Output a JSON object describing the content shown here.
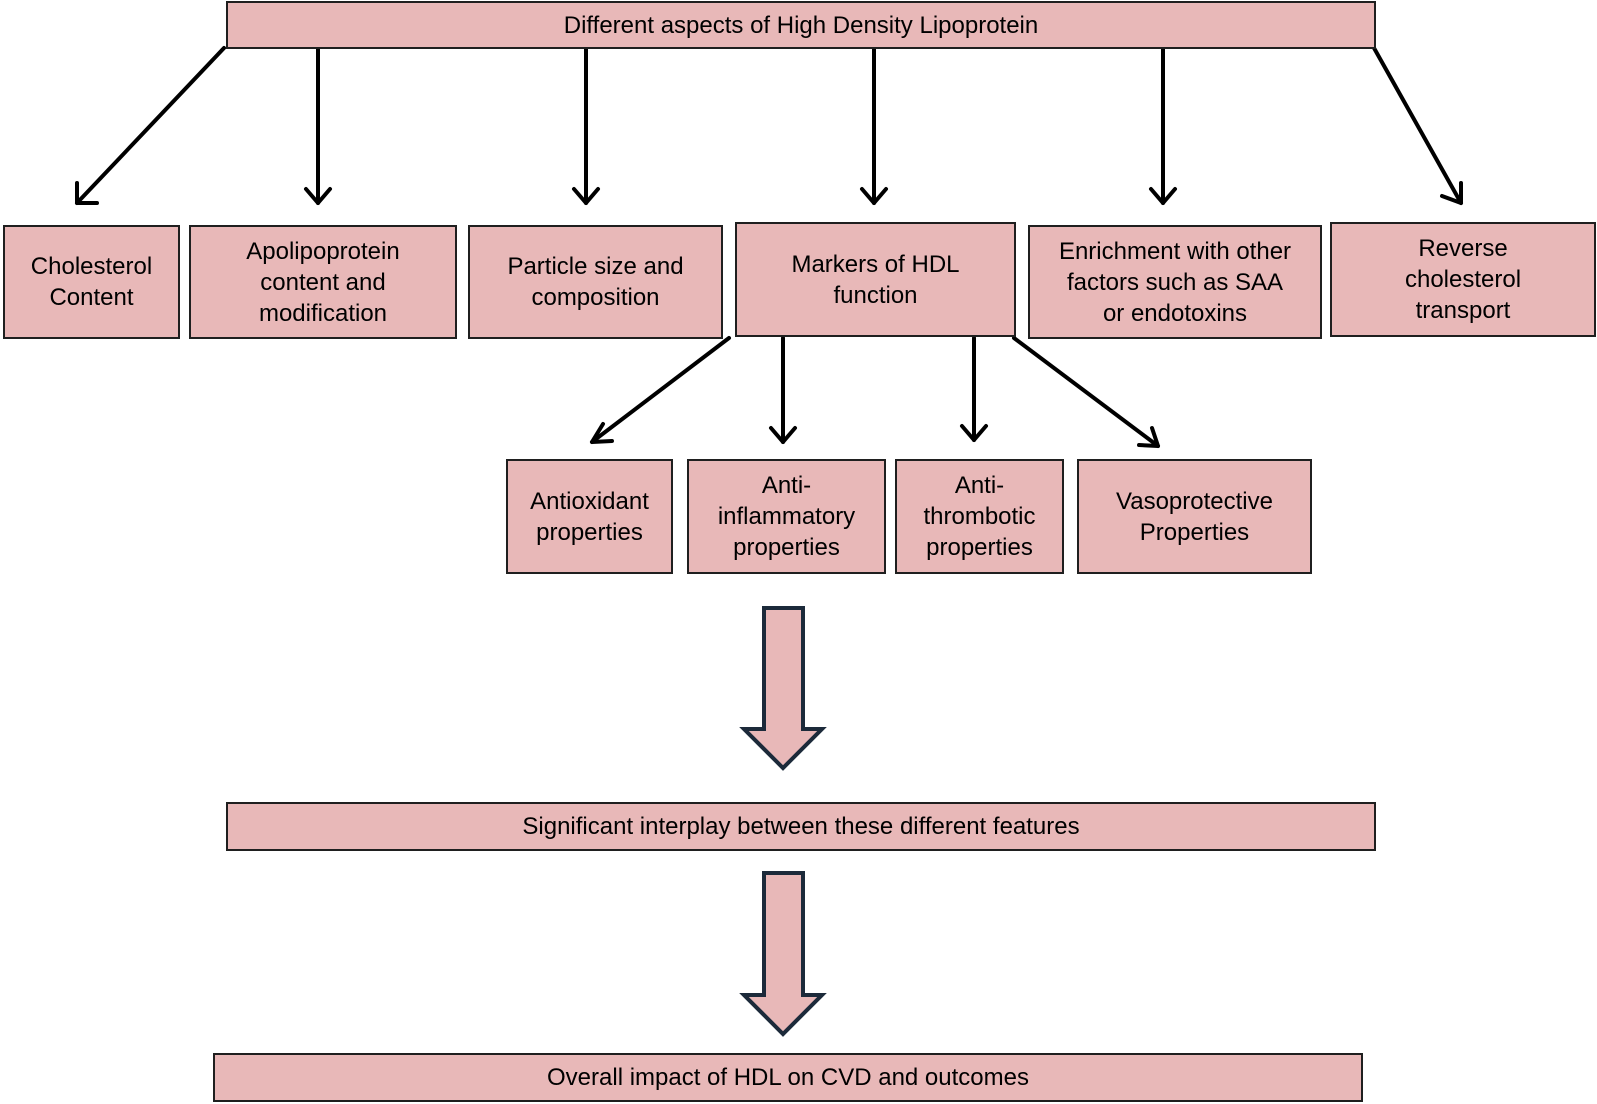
{
  "diagram": {
    "top": "Different aspects of High Density Lipoprotein",
    "aspects": [
      "Cholesterol\nContent",
      "Apolipoprotein\ncontent and\nmodification",
      "Particle size and\ncomposition",
      "Markers of HDL\nfunction",
      "Enrichment with other\nfactors such as SAA\nor endotoxins",
      "Reverse\ncholesterol\ntransport"
    ],
    "functions": [
      "Antioxidant\nproperties",
      "Anti-\ninflammatory\nproperties",
      "Anti-\nthrombotic\nproperties",
      "Vasoprotective\nProperties"
    ],
    "interplay": "Significant interplay between these different features",
    "outcome": "Overall impact of HDL on CVD and outcomes"
  },
  "colors": {
    "box_fill": "#e8b8b8",
    "border": "#1f1f1f",
    "arrow": "#000000",
    "block_arrow_border": "#1c2a3a"
  }
}
